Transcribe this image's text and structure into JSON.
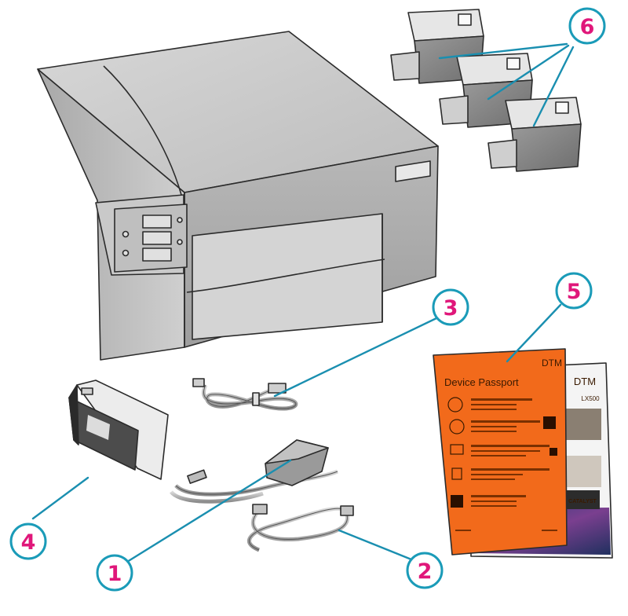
{
  "callouts": [
    {
      "id": "1",
      "label": "1"
    },
    {
      "id": "2",
      "label": "2"
    },
    {
      "id": "3",
      "label": "3"
    },
    {
      "id": "4",
      "label": "4"
    },
    {
      "id": "5",
      "label": "5"
    },
    {
      "id": "6",
      "label": "6"
    }
  ],
  "document": {
    "title": "Device Passport",
    "logo": "DTM",
    "back_logo": "DTM",
    "back_badge": "LX500",
    "back_label": "CATALYST"
  },
  "colors": {
    "callout_number": "#e0177a",
    "callout_ring": "#1a9bb8",
    "leader_line": "#1a8fb0",
    "printer_body": "#bdbdbd",
    "document_orange": "#f26a1b"
  },
  "icons": [
    "printer",
    "ink-cartridge",
    "usb-cable",
    "power-adapter",
    "power-cord",
    "device-passport",
    "ink-tank"
  ]
}
